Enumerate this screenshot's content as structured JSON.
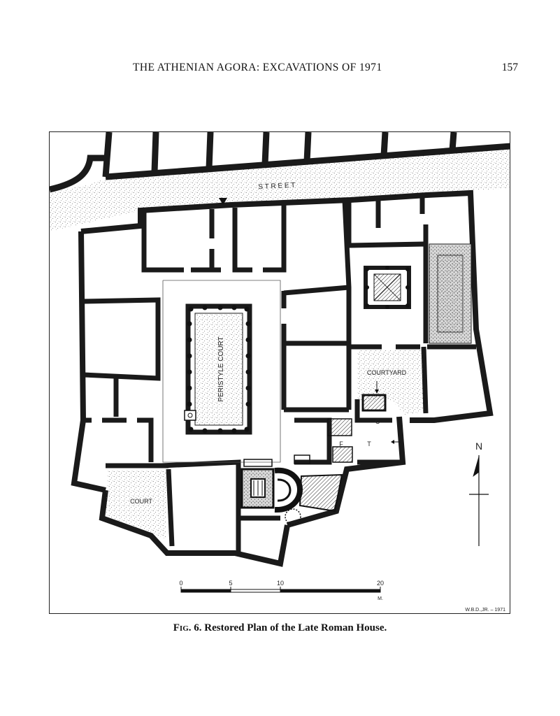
{
  "header": {
    "running_title": "THE ATHENIAN AGORA: EXCAVATIONS OF 1971",
    "page_number": "157"
  },
  "figure": {
    "labels": {
      "street": "S T R E E T",
      "peristyle_court": "PERISTYLE COURT",
      "courtyard": "COURTYARD",
      "court": "COURT",
      "room_c": "C",
      "room_f": "F",
      "room_t": "T",
      "north": "N"
    },
    "scale": {
      "ticks": [
        "0",
        "5",
        "10",
        "20"
      ],
      "unit": "M."
    },
    "signature": "W.B.D.,JR. – 1971"
  },
  "caption": {
    "label": "Fig. 6.",
    "text": "Restored Plan of the Late Roman House."
  }
}
